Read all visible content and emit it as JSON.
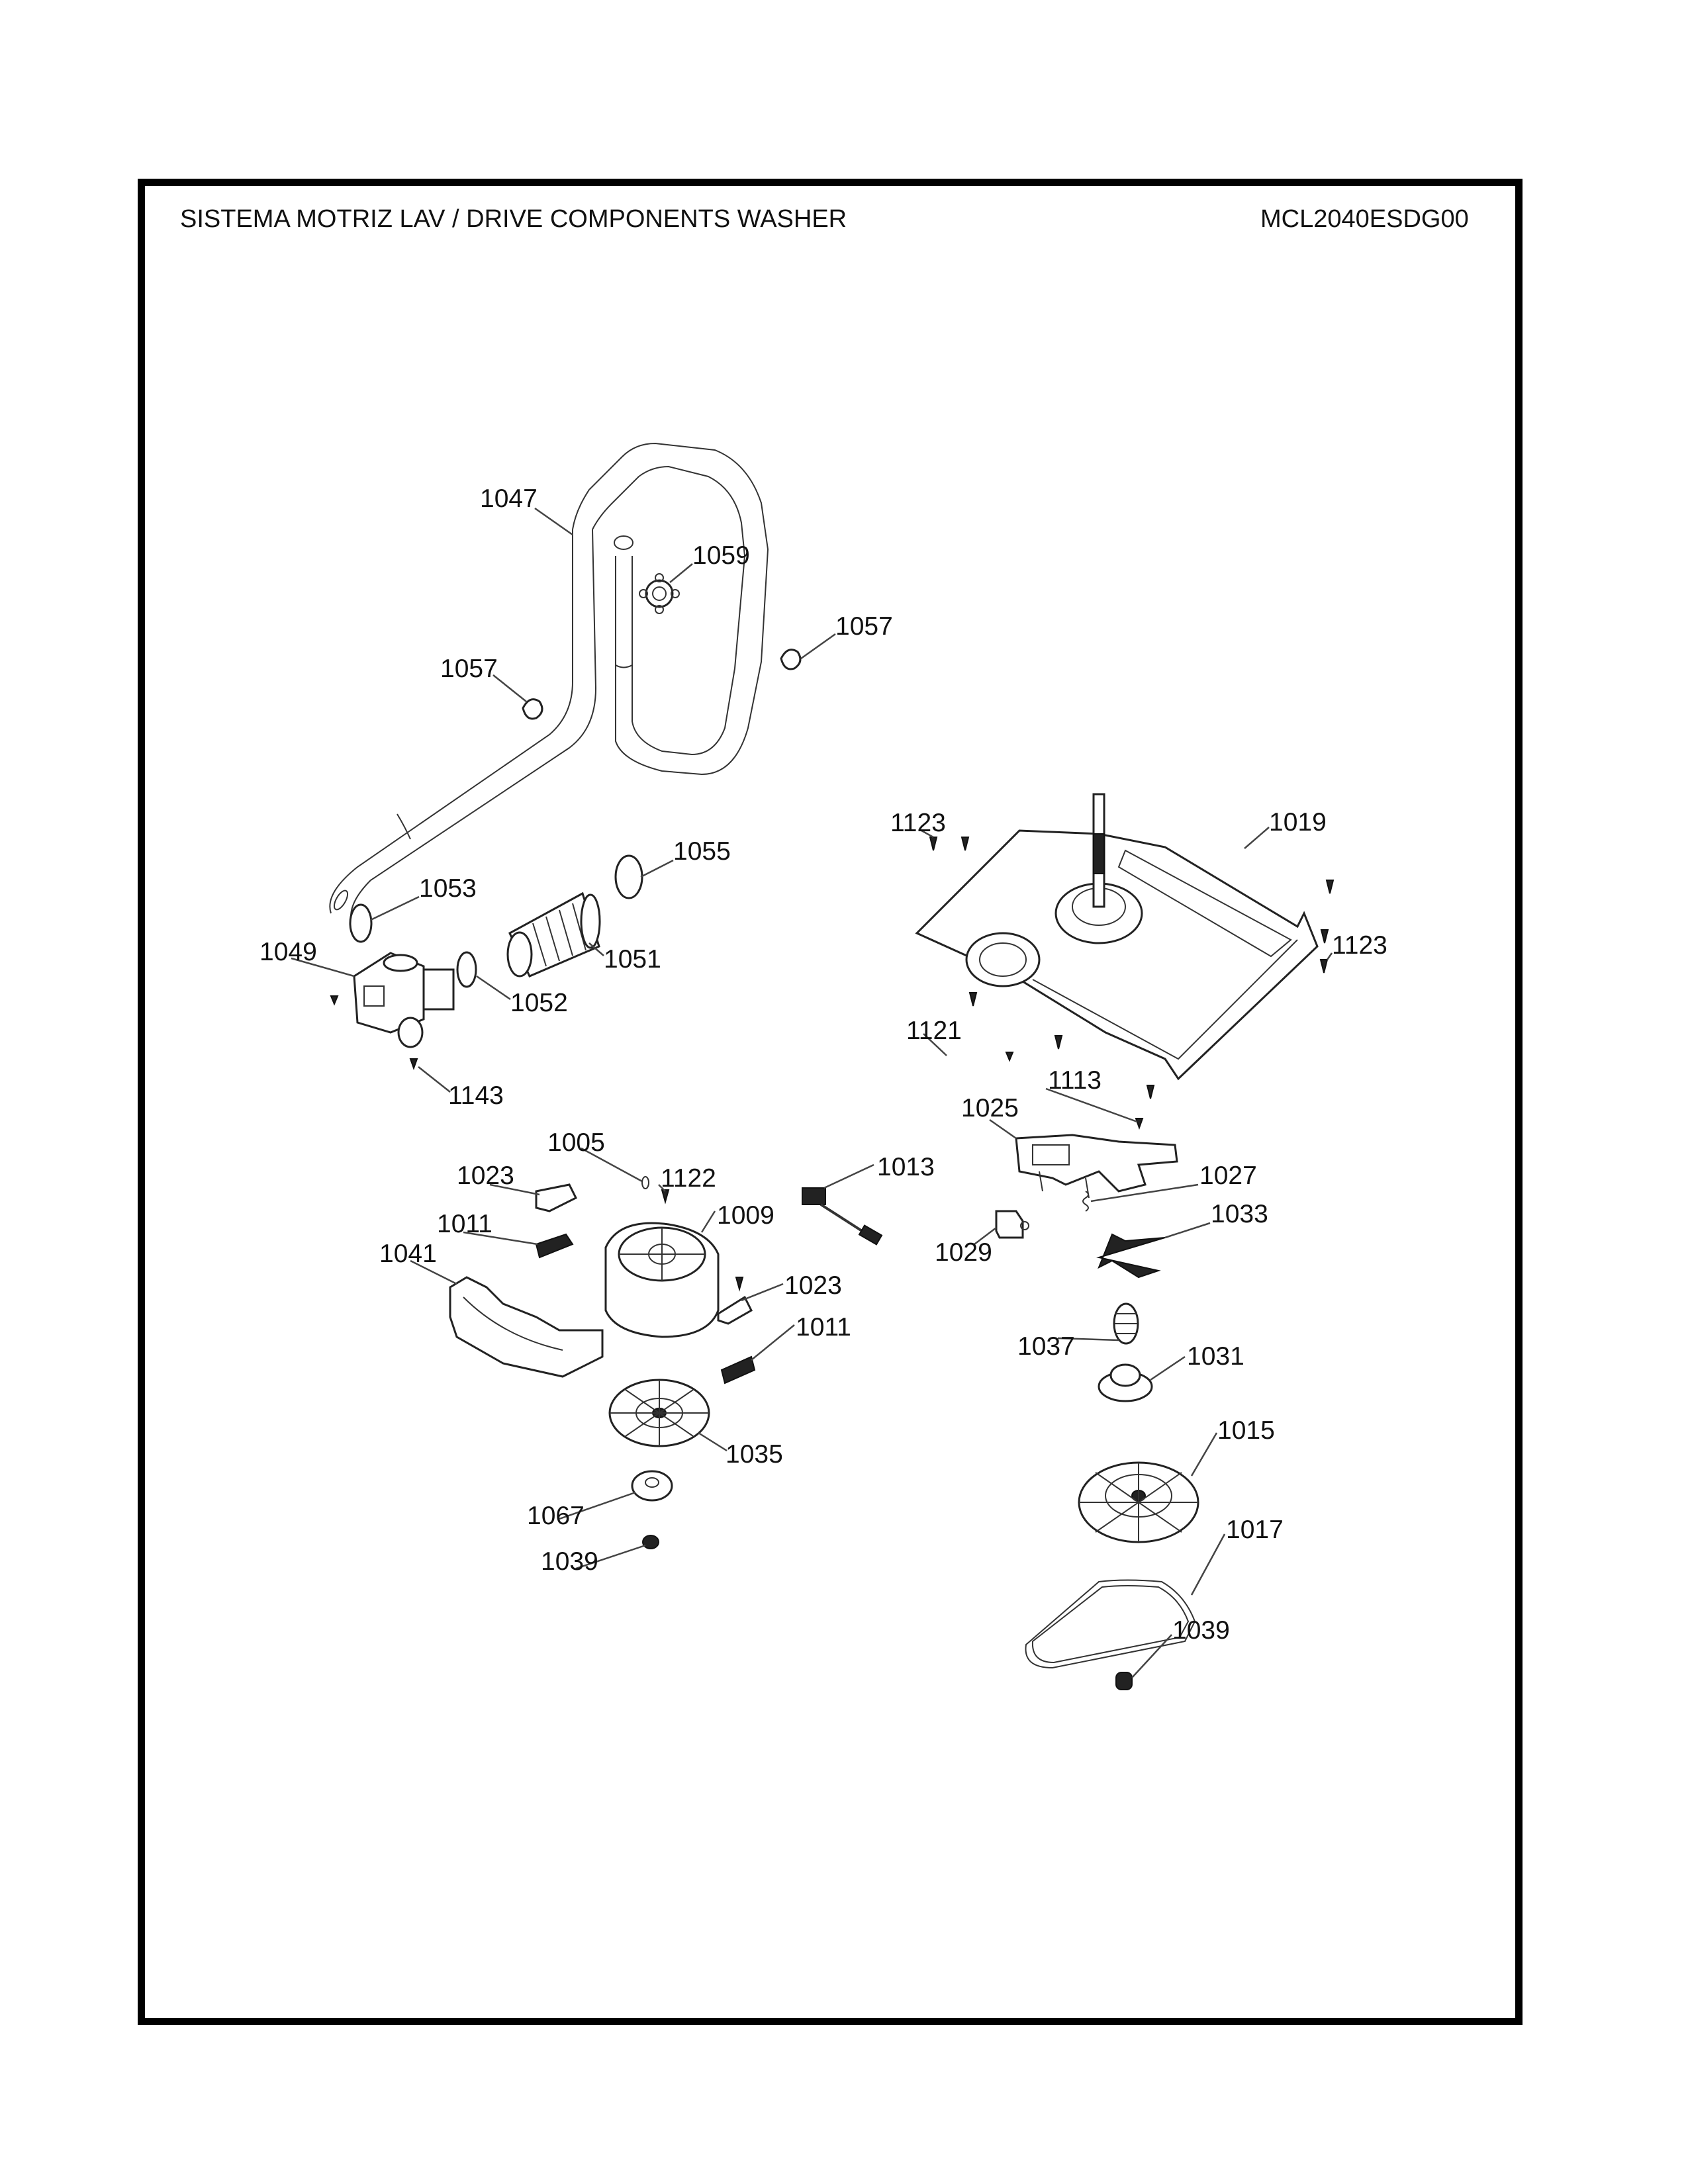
{
  "header": {
    "title": "SISTEMA MOTRIZ LAV / DRIVE COMPONENTS WASHER",
    "model": "MCL2040ESDG00"
  },
  "callouts": [
    {
      "id": "c1047",
      "part": "1047",
      "component": "drain-hose"
    },
    {
      "id": "c1059",
      "part": "1059",
      "component": "hose-grommet"
    },
    {
      "id": "c1057a",
      "part": "1057",
      "component": "hose-clip-right"
    },
    {
      "id": "c1057b",
      "part": "1057",
      "component": "hose-clip-left"
    },
    {
      "id": "c1123a",
      "part": "1123",
      "component": "mounting-screw"
    },
    {
      "id": "c1019",
      "part": "1019",
      "component": "mounting-plate-transmission"
    },
    {
      "id": "c1055",
      "part": "1055",
      "component": "hose-clamp"
    },
    {
      "id": "c1053",
      "part": "1053",
      "component": "hose-clamp"
    },
    {
      "id": "c1123b",
      "part": "1123",
      "component": "mounting-screw"
    },
    {
      "id": "c1049",
      "part": "1049",
      "component": "drain-pump"
    },
    {
      "id": "c1051",
      "part": "1051",
      "component": "bellows-hose"
    },
    {
      "id": "c1052",
      "part": "1052",
      "component": "hose-clamp"
    },
    {
      "id": "c1121",
      "part": "1121",
      "component": "screw"
    },
    {
      "id": "c1113",
      "part": "1113",
      "component": "screw"
    },
    {
      "id": "c1143",
      "part": "1143",
      "component": "screw"
    },
    {
      "id": "c1025",
      "part": "1025",
      "component": "clutch-actuator-bracket"
    },
    {
      "id": "c1005",
      "part": "1005",
      "component": "clip"
    },
    {
      "id": "c1013",
      "part": "1013",
      "component": "wire-harness"
    },
    {
      "id": "c1027",
      "part": "1027",
      "component": "spring"
    },
    {
      "id": "c1023a",
      "part": "1023",
      "component": "motor-bracket"
    },
    {
      "id": "c1122",
      "part": "1122",
      "component": "screw"
    },
    {
      "id": "c1009",
      "part": "1009",
      "component": "motor"
    },
    {
      "id": "c1033",
      "part": "1033",
      "component": "clutch-fork"
    },
    {
      "id": "c1011a",
      "part": "1011",
      "component": "motor-damper"
    },
    {
      "id": "c1029",
      "part": "1029",
      "component": "actuator"
    },
    {
      "id": "c1041",
      "part": "1041",
      "component": "motor-cover"
    },
    {
      "id": "c1023b",
      "part": "1023",
      "component": "motor-bracket"
    },
    {
      "id": "c1011b",
      "part": "1011",
      "component": "motor-damper"
    },
    {
      "id": "c1037",
      "part": "1037",
      "component": "clutch-spring"
    },
    {
      "id": "c1031",
      "part": "1031",
      "component": "clutch-coupling"
    },
    {
      "id": "c1015",
      "part": "1015",
      "component": "transmission-pulley"
    },
    {
      "id": "c1035",
      "part": "1035",
      "component": "motor-pulley-fan"
    },
    {
      "id": "c1067",
      "part": "1067",
      "component": "motor-pulley"
    },
    {
      "id": "c1017",
      "part": "1017",
      "component": "drive-belt"
    },
    {
      "id": "c1039a",
      "part": "1039",
      "component": "nut"
    },
    {
      "id": "c1039b",
      "part": "1039",
      "component": "nut"
    }
  ]
}
